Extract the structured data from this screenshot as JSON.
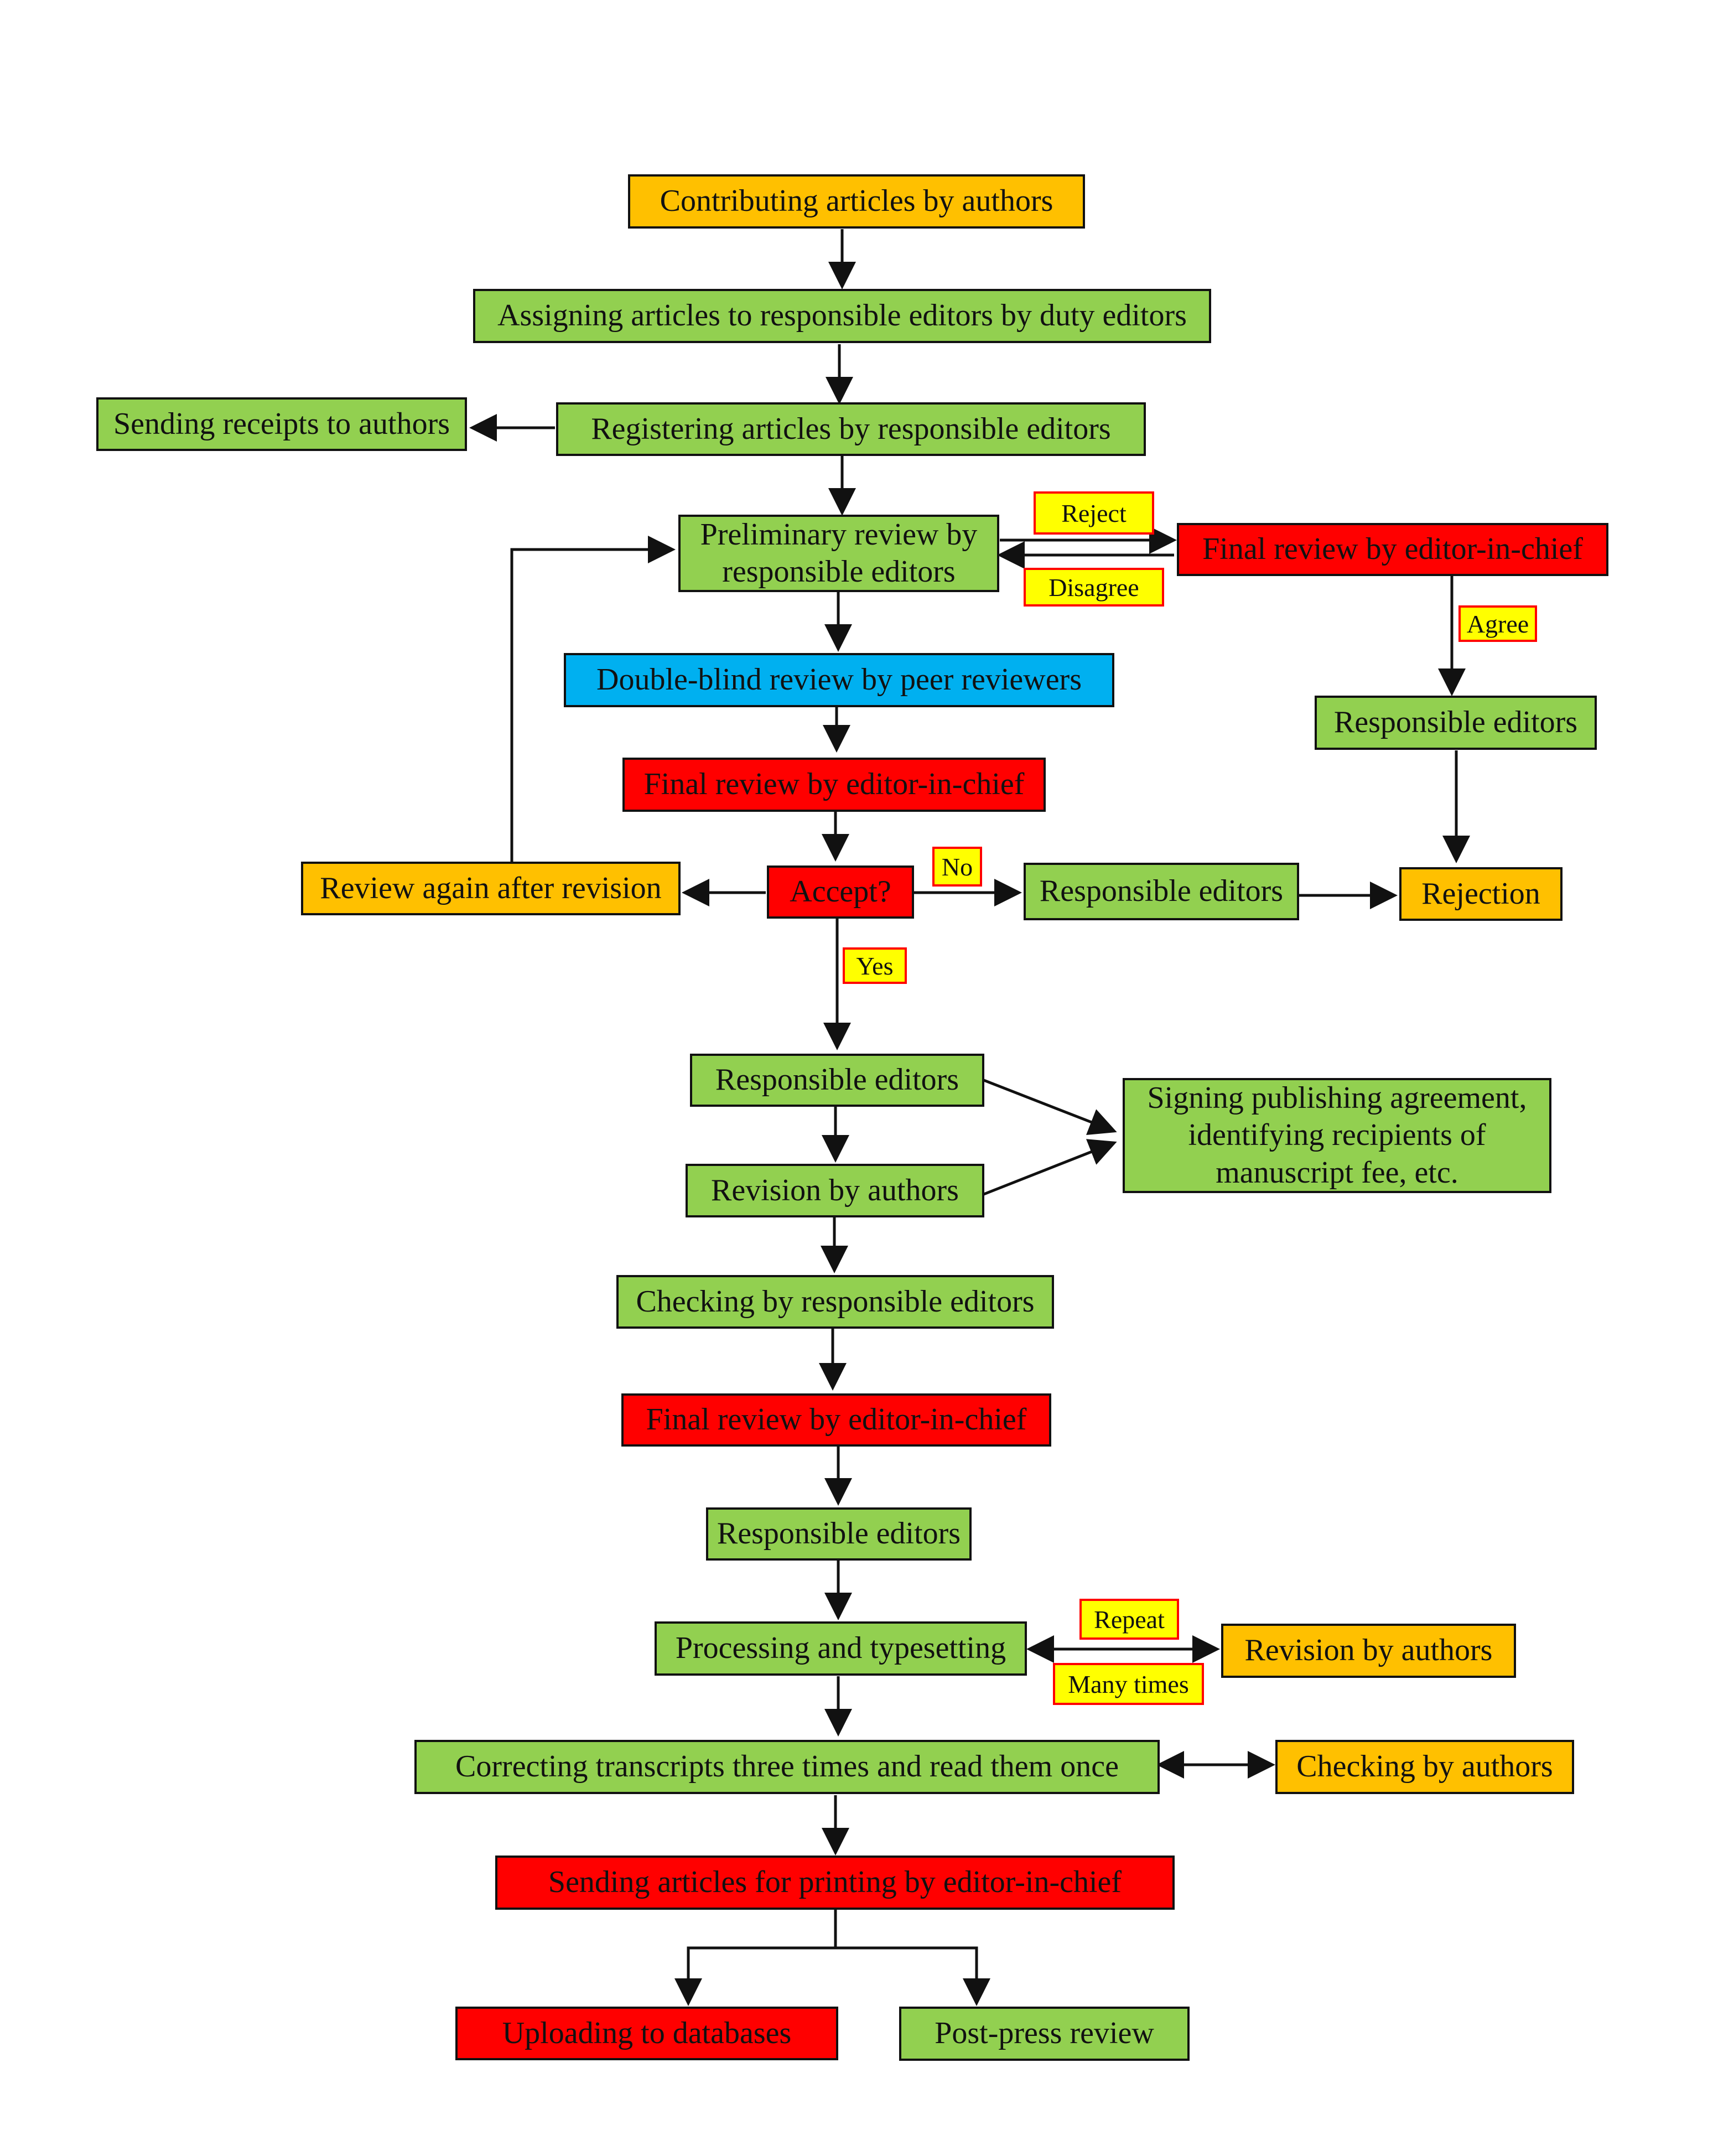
{
  "colors": {
    "green": "#92d050",
    "orange": "#ffc000",
    "red": "#ff0000",
    "blue": "#00b0f0",
    "label_bg": "#ffff00",
    "label_border": "#ff0000"
  },
  "nodes": {
    "contributing": "Contributing articles by authors",
    "assigning": "Assigning articles to responsible editors by duty editors",
    "sending_receipts": "Sending receipts to authors",
    "registering": "Registering articles by responsible editors",
    "preliminary": "Preliminary review by\nresponsible editors",
    "final_review_top": "Final review by editor-in-chief",
    "double_blind": "Double-blind review by peer reviewers",
    "final_review_2": "Final review by editor-in-chief",
    "responsible_top_right": "Responsible editors",
    "review_again": "Review again after revision",
    "accept": "Accept?",
    "responsible_no": "Responsible editors",
    "rejection": "Rejection",
    "responsible_yes": "Responsible editors",
    "signing": "Signing publishing agreement,\nidentifying recipients of\nmanuscript fee, etc.",
    "revision_authors": "Revision by authors",
    "checking_responsible": "Checking by responsible editors",
    "final_review_3": "Final review by editor-in-chief",
    "responsible_after_final": "Responsible editors",
    "processing": "Processing and typesetting",
    "revision_authors_2": "Revision by authors",
    "correcting": "Correcting transcripts three times and read them once",
    "checking_authors": "Checking by authors",
    "sending_printing": "Sending articles for printing by editor-in-chief",
    "uploading": "Uploading to databases",
    "post_press": "Post-press review"
  },
  "labels": {
    "reject": "Reject",
    "disagree": "Disagree",
    "agree": "Agree",
    "no": "No",
    "yes": "Yes",
    "repeat": "Repeat",
    "many_times": "Many times"
  }
}
